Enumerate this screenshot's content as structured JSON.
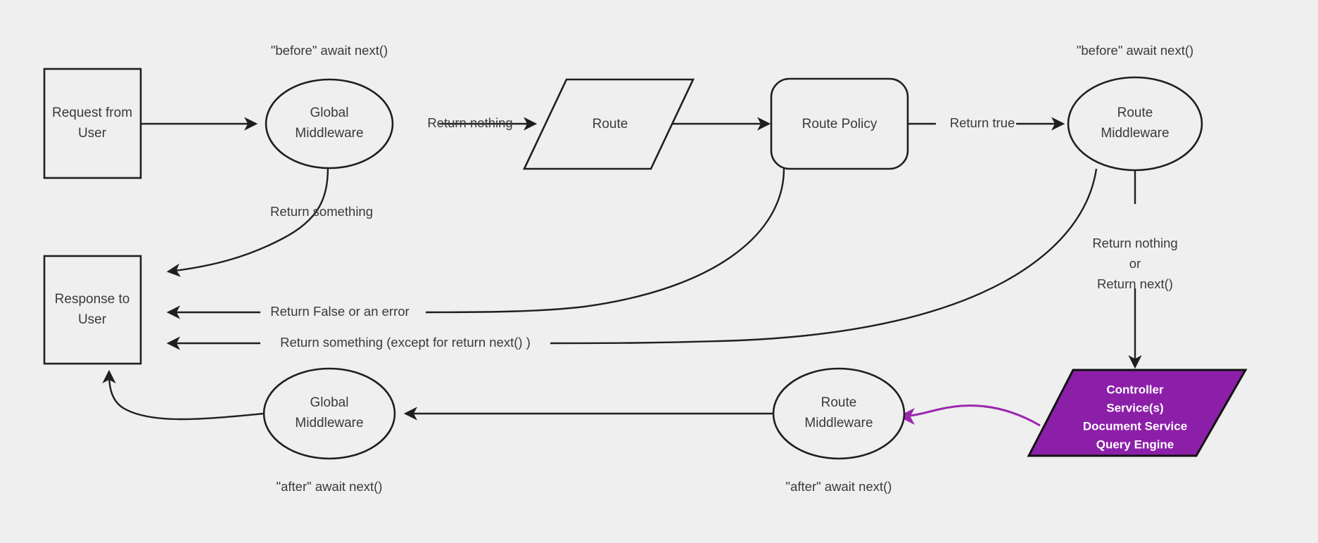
{
  "canvas": {
    "background": "#efefef",
    "stroke_color": "#1f1f1f",
    "text_color": "#3a3a3a",
    "accent_color": "#8c1fa8",
    "accent_arrow_color": "#9c27b0"
  },
  "nodes": {
    "request": {
      "line1": "Request from",
      "line2": "User"
    },
    "global_middleware_top": {
      "line1": "Global",
      "line2": "Middleware"
    },
    "route": {
      "line1": "Route"
    },
    "route_policy": {
      "line1": "Route Policy"
    },
    "route_middleware_top": {
      "line1": "Route",
      "line2": "Middleware"
    },
    "response": {
      "line1": "Response to",
      "line2": "User"
    },
    "global_middleware_bottom": {
      "line1": "Global",
      "line2": "Middleware"
    },
    "route_middleware_bottom": {
      "line1": "Route",
      "line2": "Middleware"
    },
    "controller": {
      "line1": "Controller",
      "line2": "Service(s)",
      "line3": "Document Service",
      "line4": "Query Engine"
    }
  },
  "captions": {
    "before_global": "\"before\" await next()",
    "before_route": "\"before\" await next()",
    "after_global": "\"after\" await next()",
    "after_route": "\"after\" await next()"
  },
  "edges": {
    "return_nothing": "Return nothing",
    "return_true": "Return true",
    "return_something": "Return something",
    "return_false_or_error": "Return False or an error",
    "return_something_except": "Return something (except for return next() )",
    "return_nothing_or_next": {
      "line1": "Return nothing",
      "line2": "or",
      "line3": "Return next()"
    }
  }
}
